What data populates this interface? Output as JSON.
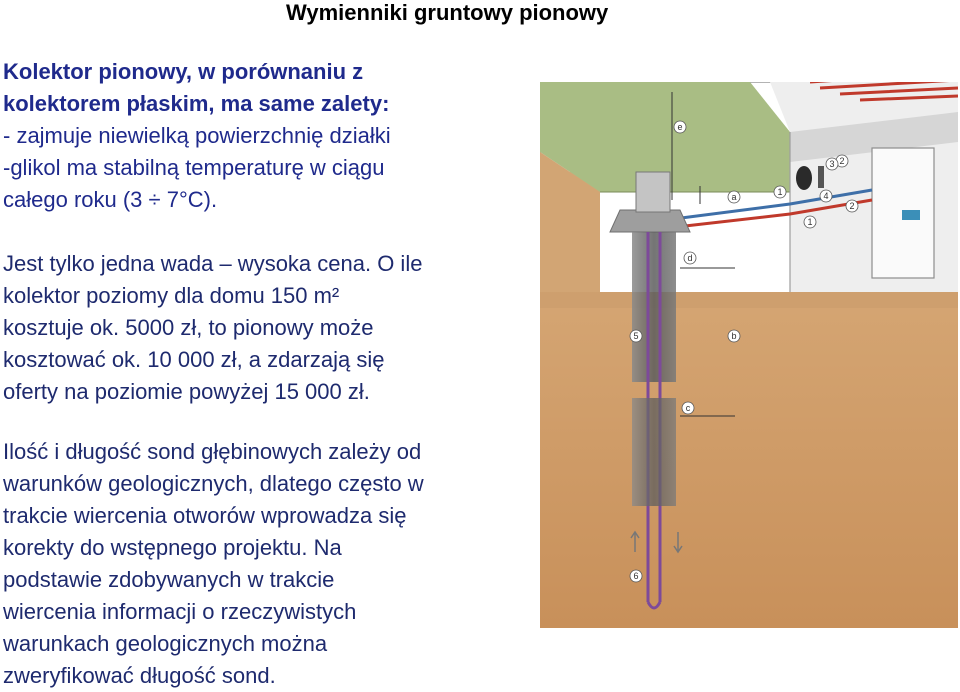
{
  "title": "Wymienniki gruntowy pionowy",
  "intro": {
    "heading_lines": [
      "Kolektor pionowy, w porównaniu z",
      "kolektorem płaskim, ma same zalety:"
    ],
    "lines": [
      "- zajmuje niewielką powierzchnię działki",
      "-glikol ma stabilną temperaturę w ciągu",
      "całego roku (3 ÷ 7°C)."
    ]
  },
  "cost_paragraph": [
    "Jest tylko jedna wada – wysoka cena. O ile",
    "kolektor poziomy dla domu 150 m²",
    "kosztuje ok. 5000 zł, to pionowy może",
    "kosztować ok. 10 000 zł, a zdarzają się",
    "oferty na poziomie powyżej 15 000 zł."
  ],
  "probe_paragraph": [
    "Ilość i długość sond głębinowych zależy od",
    "warunków geologicznych, dlatego często w",
    "trakcie wiercenia otworów wprowadza się",
    "korekty do wstępnego projektu. Na",
    "podstawie zdobywanych w trakcie",
    "wiercenia informacji o rzeczywistych",
    "warunkach geologicznych można",
    "zweryfikować długość sond."
  ],
  "diagram": {
    "labels": {
      "e": "e",
      "a": "a",
      "d": "d",
      "b": "b",
      "c": "c",
      "n1": "1",
      "n1b": "1",
      "n2": "2",
      "n2b": "2",
      "n3": "3",
      "n4": "4",
      "n5": "5",
      "n6": "6"
    },
    "colors": {
      "soil_top": "#d9ad7c",
      "soil_bottom": "#c8905a",
      "grass": "#9fb47a",
      "wall": "#e2e2e2",
      "pipe": "#c0392b",
      "probe": "#6d6d6d"
    }
  }
}
